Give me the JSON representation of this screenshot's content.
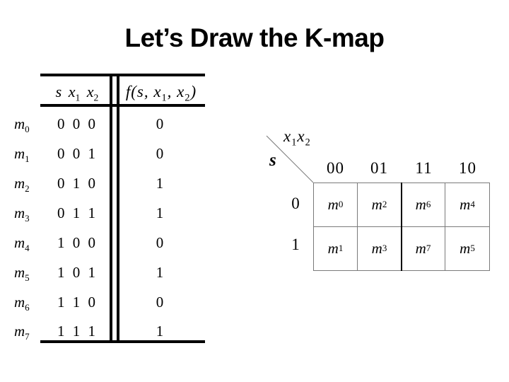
{
  "slide": {
    "title": "Let’s Draw the K-map"
  },
  "truth_table": {
    "headers": {
      "inputs": "s x_1 x_2",
      "output": "f(s, x_1, x_2)"
    },
    "rows": [
      {
        "minterm": "m_0",
        "inputs": "0 0 0",
        "output": "0"
      },
      {
        "minterm": "m_1",
        "inputs": "0 0 1",
        "output": "0"
      },
      {
        "minterm": "m_2",
        "inputs": "0 1 0",
        "output": "1"
      },
      {
        "minterm": "m_3",
        "inputs": "0 1 1",
        "output": "1"
      },
      {
        "minterm": "m_4",
        "inputs": "1 0 0",
        "output": "0"
      },
      {
        "minterm": "m_5",
        "inputs": "1 0 1",
        "output": "1"
      },
      {
        "minterm": "m_6",
        "inputs": "1 1 0",
        "output": "0"
      },
      {
        "minterm": "m_7",
        "inputs": "1 1 1",
        "output": "1"
      }
    ]
  },
  "kmap": {
    "corner_label": "x_1x_2",
    "row_var": "s",
    "col_labels": [
      "00",
      "01",
      "11",
      "10"
    ],
    "row_labels": [
      "0",
      "1"
    ],
    "cells": [
      [
        "m_0",
        "m_2",
        "m_6",
        "m_4"
      ],
      [
        "m_1",
        "m_3",
        "m_7",
        "m_5"
      ]
    ],
    "colors": {
      "grid_line": "#7a7a7a",
      "divider": "#000000",
      "text": "#000000"
    }
  }
}
